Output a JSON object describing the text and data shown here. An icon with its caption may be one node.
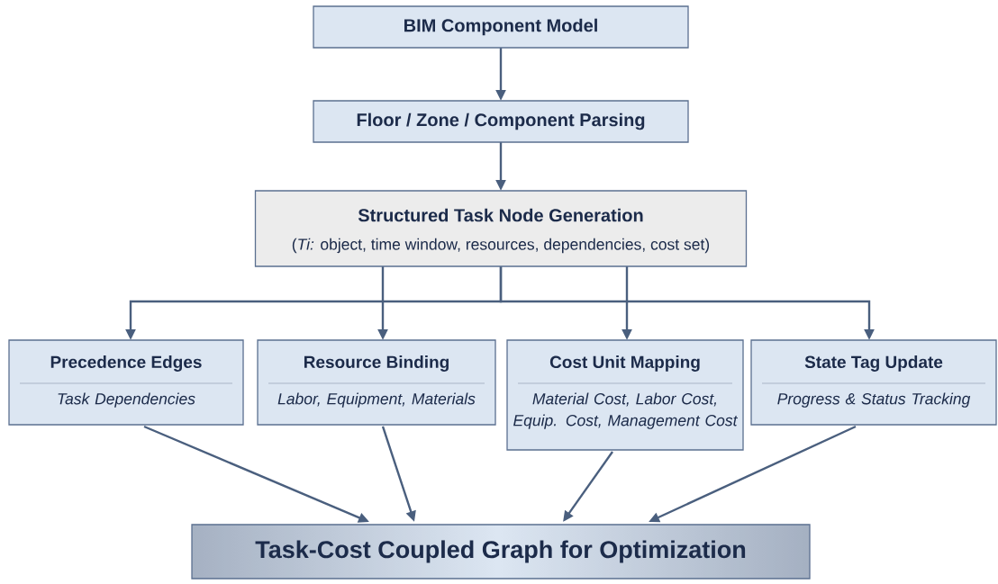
{
  "diagram": {
    "nodes": [
      {
        "text": [
          "BIM Component Model"
        ]
      },
      {
        "text": [
          "Floor / Zone / Component Parsing"
        ]
      },
      {
        "text": [
          "Structured Task Node Generation",
          "(*Ti:* object, time window, resources, dependencies, cost set)"
        ]
      },
      {
        "text": [
          "Precedence Edges",
          "Task Dependencies"
        ]
      },
      {
        "text": [
          "Resource Binding",
          "Labor, Equipment, Materials"
        ]
      },
      {
        "text": [
          "Cost Unit Mapping",
          "Material Cost, Labor Cost, Equip. Cost, Management Cost"
        ]
      },
      {
        "text": [
          "State Tag Update",
          "Progress & Status Tracking"
        ]
      },
      {
        "text": [
          "Task-Cost Coupled Graph for Optimization"
        ]
      }
    ],
    "edges": [
      {
        "from": 0,
        "to": 1,
        "arrow": "to"
      },
      {
        "from": 1,
        "to": 2,
        "arrow": "to"
      },
      {
        "from": 2,
        "to": 3,
        "arrow": "to"
      },
      {
        "from": 2,
        "to": 4,
        "arrow": "to"
      },
      {
        "from": 2,
        "to": 5,
        "arrow": "to"
      },
      {
        "from": 2,
        "to": 6,
        "arrow": "to"
      },
      {
        "from": 3,
        "to": 7,
        "arrow": "to"
      },
      {
        "from": 4,
        "to": 7,
        "arrow": "to"
      },
      {
        "from": 5,
        "to": 7,
        "arrow": "to"
      },
      {
        "from": 6,
        "to": 7,
        "arrow": "to"
      }
    ]
  }
}
